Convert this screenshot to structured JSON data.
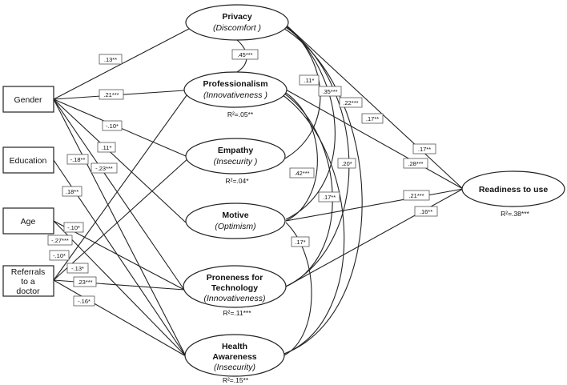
{
  "observed": {
    "gender": [
      "Gender"
    ],
    "education": [
      "Education"
    ],
    "age": [
      "Age"
    ],
    "referrals": [
      "Referrals",
      "to a",
      "doctor"
    ]
  },
  "latent": {
    "privacy": {
      "title": "Privacy",
      "subtitle": "(Discomfort )",
      "r2": ""
    },
    "professionalism": {
      "title": "Professionalism",
      "subtitle": "(Innovativeness )",
      "r2": "R²=.05**"
    },
    "empathy": {
      "title": "Empathy",
      "subtitle": "(Insecurity )",
      "r2": "R²=.04*"
    },
    "motive": {
      "title": "Motive",
      "subtitle": "(Optimism)",
      "r2": ""
    },
    "proneness": {
      "title_lines": [
        "Proneness for",
        "Technology"
      ],
      "subtitle": "(Innovativeness)",
      "r2": "R²=.11***"
    },
    "health": {
      "title_lines": [
        "Health",
        "Awareness"
      ],
      "subtitle": "(Insecurity)",
      "r2": "R²=.15**"
    },
    "readiness": {
      "title": "Readiness to use",
      "r2": "R²=.38***"
    }
  },
  "edges": [
    {
      "from": "gender",
      "to": "privacy",
      "coef": ".13**"
    },
    {
      "from": "gender",
      "to": "professionalism",
      "coef": ".21***"
    },
    {
      "from": "gender",
      "to": "empathy",
      "coef": "-.10*"
    },
    {
      "from": "gender",
      "to": "motive",
      "coef": ".11*"
    },
    {
      "from": "gender",
      "to": "proneness",
      "coef": "-.18**"
    },
    {
      "from": "gender",
      "to": "health",
      "coef": "-.23***"
    },
    {
      "from": "education",
      "to": "health",
      "coef": ".18**"
    },
    {
      "from": "age",
      "to": "proneness",
      "coef": "-.10*"
    },
    {
      "from": "age",
      "to": "health",
      "coef": "-.27***"
    },
    {
      "from": "referrals",
      "to": "professionalism",
      "coef": "-.10*"
    },
    {
      "from": "referrals",
      "to": "empathy",
      "coef": "-.13*"
    },
    {
      "from": "referrals",
      "to": "proneness",
      "coef": ".23***"
    },
    {
      "from": "referrals",
      "to": "health",
      "coef": "-.16*"
    },
    {
      "from": "privacy",
      "to": "professionalism",
      "coef": ".45***"
    },
    {
      "from": "privacy",
      "to": "readiness",
      "coef": ".17**"
    },
    {
      "from": "professionalism",
      "to": "readiness",
      "coef": ".28***"
    },
    {
      "from": "motive",
      "to": "readiness",
      "coef": ".21***"
    },
    {
      "from": "proneness",
      "to": "readiness",
      "coef": ".16**"
    }
  ],
  "correlations": [
    ".11*",
    ".35***",
    ".22***",
    ".17**",
    ".42***",
    ".20*",
    ".17**",
    ".17*"
  ]
}
